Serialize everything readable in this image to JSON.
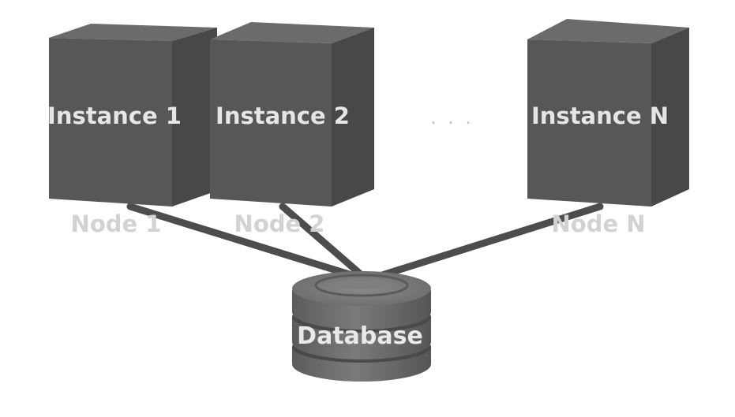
{
  "instances": [
    {
      "label": "Instance 1",
      "node": "Node 1"
    },
    {
      "label": "Instance 2",
      "node": "Node 2"
    },
    {
      "label": "Instance N",
      "node": "Node N"
    }
  ],
  "ellipsis": ". . .",
  "database": {
    "label": "Database"
  },
  "colors": {
    "box_front": "#575757",
    "box_top": "#6b6b6b",
    "box_side": "#484848",
    "connector": "#4d4d4d",
    "node_label": "#d2d2d2",
    "box_label": "#e6e6e6"
  }
}
